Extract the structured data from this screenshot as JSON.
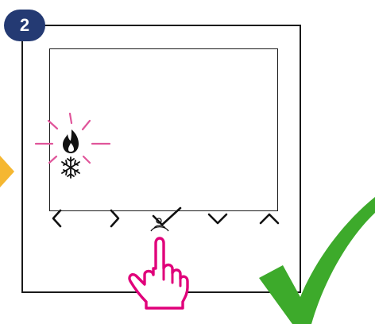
{
  "step": {
    "number": "2"
  },
  "colors": {
    "badge": "#243a73",
    "device_outline": "#1a1a1a",
    "blink_rays": "#e0559a",
    "hand": "#e0007a",
    "checkmark": "#3daa2b",
    "side_arrow": "#f5b731"
  },
  "screen": {
    "icons": [
      "flame-icon",
      "snowflake-icon"
    ],
    "flame_state": "blinking"
  },
  "buttons": [
    {
      "name": "left-button",
      "icon": "chevron-left-icon"
    },
    {
      "name": "right-button",
      "icon": "chevron-right-icon"
    },
    {
      "name": "confirm-button",
      "icon": "checkmark-icon",
      "pressed": true
    },
    {
      "name": "down-button",
      "icon": "chevron-down-icon"
    },
    {
      "name": "up-button",
      "icon": "chevron-up-icon"
    }
  ],
  "result": {
    "icon": "success-checkmark-icon"
  }
}
